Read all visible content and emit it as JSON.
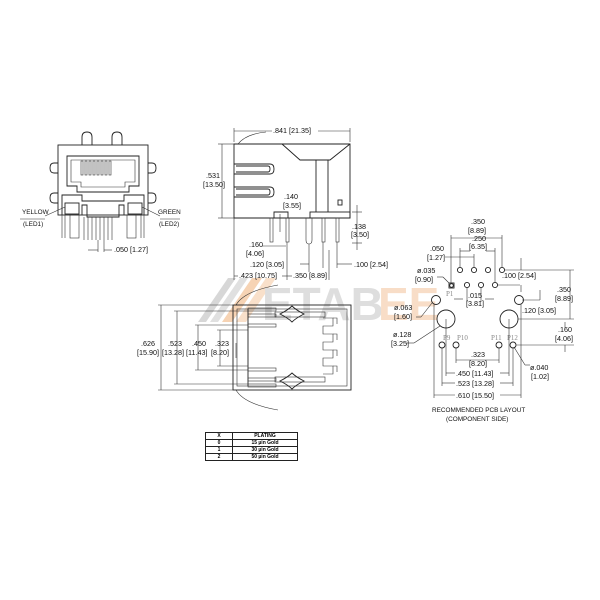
{
  "watermark": {
    "text": "ETABEE",
    "colors": {
      "stripes": "#b0b0b0",
      "accent": "#f0a060",
      "letters": "#c8c8c8"
    }
  },
  "front_view": {
    "led_left": {
      "color": "YELLOW",
      "name": "(LED1)"
    },
    "led_right": {
      "color": "GREEN",
      "name": "(LED2)"
    },
    "pin_pitch": ".050 [1.27]"
  },
  "side_view": {
    "length": ".841 [21.35]",
    "height_in": ".531",
    "height_mm": "[13.50]",
    "dim_140_in": ".140",
    "dim_140_mm": "[3.55]",
    "dim_138_in": ".138",
    "dim_138_mm": "[3.50]",
    "dim_160_in": ".160",
    "dim_160_mm": "[4.06]",
    "dim_120": ".120 [3.05]",
    "dim_100": ".100 [2.54]",
    "dim_423": ".423 [10.75]",
    "dim_350": ".350 [8.89]"
  },
  "bottom_view": {
    "dims": [
      {
        "in": ".626",
        "mm": "[15.90]"
      },
      {
        "in": ".523",
        "mm": "[13.28]"
      },
      {
        "in": ".450",
        "mm": "[11.43]"
      },
      {
        "in": ".323",
        "mm": "[8.20]"
      }
    ]
  },
  "pcb_layout": {
    "title": "RECOMMENDED PCB LAYOUT",
    "subtitle": "(COMPONENT SIDE)",
    "dim_350_top_in": ".350",
    "dim_350_top_mm": "[8.89]",
    "dim_250_in": ".250",
    "dim_250_mm": "[6.35]",
    "dim_050_in": ".050",
    "dim_050_mm": "[1.27]",
    "hole_035_in": "ø.035",
    "hole_035_mm": "[0.90]",
    "dim_100": ".100 [2.54]",
    "dim_350_right_in": ".350",
    "dim_350_right_mm": "[8.89]",
    "dim_015_in": ".015",
    "dim_015_mm": "[3.81]",
    "hole_063_in": "ø.063",
    "hole_063_mm": "[1.60]",
    "dim_120": ".120 [3.05]",
    "hole_128_in": "ø.128",
    "hole_128_mm": "[3.25]",
    "dim_160_in": ".160",
    "dim_160_mm": "[4.06]",
    "hole_040_in": "ø.040",
    "hole_040_mm": "[1.02]",
    "dim_323_in": ".323",
    "dim_323_mm": "[8.20]",
    "dim_450": ".450 [11.43]",
    "dim_523": ".523 [13.28]",
    "dim_610": ".610 [15.50]",
    "pins": {
      "p1": "P1",
      "p9": "P9",
      "p10": "P10",
      "p11": "P11",
      "p12": "P12"
    }
  },
  "plating_table": {
    "headers": [
      "X",
      "PLATING"
    ],
    "rows": [
      [
        "0",
        "15 µin Gold"
      ],
      [
        "1",
        "30 µin Gold"
      ],
      [
        "2",
        "50 µin Gold"
      ]
    ]
  }
}
